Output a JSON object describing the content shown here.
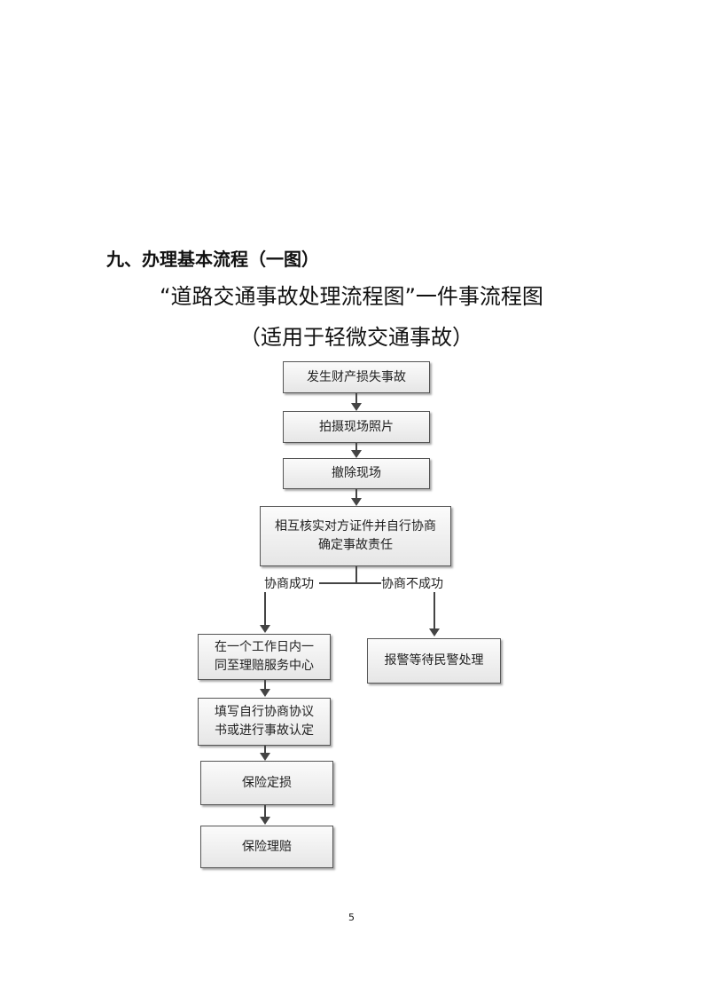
{
  "heading": "九、办理基本流程（一图）",
  "title": "“道路交通事故处理流程图”一件事流程图",
  "subtitle": "（适用于轻微交通事故）",
  "flow": {
    "step1": "发生财产损失事故",
    "step2": "拍摄现场照片",
    "step3": "撤除现场",
    "step4_line1": "相互核实对方证件并自行协商",
    "step4_line2": "确定事故责任",
    "branch_success": "协商成功",
    "branch_fail": "协商不成功",
    "success1_line1": "在一个工作日内一",
    "success1_line2": "同至理赔服务中心",
    "success2_line1": "填写自行协商协议",
    "success2_line2": "书或进行事故认定",
    "success3": "保险定损",
    "success4": "保险理赔",
    "fail1": "报警等待民警处理"
  },
  "page_number": "5"
}
